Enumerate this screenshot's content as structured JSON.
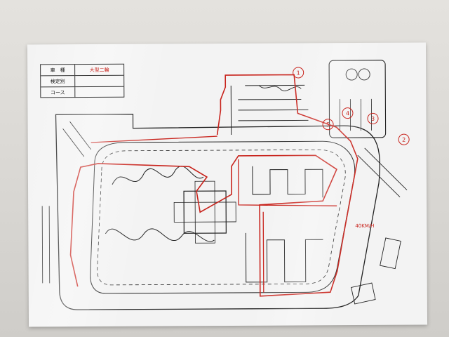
{
  "legend": {
    "rows": [
      {
        "key": "車　種",
        "value": "大型二輪"
      },
      {
        "key": "検定別",
        "value": ""
      },
      {
        "key": "コース",
        "value": ""
      }
    ]
  },
  "speed_label": "40KM/H",
  "markers": [
    "1",
    "2",
    "3",
    "4",
    "5"
  ],
  "colors": {
    "route": "#c8231c",
    "lines": "#222222",
    "paper": "#f3f3f3"
  }
}
